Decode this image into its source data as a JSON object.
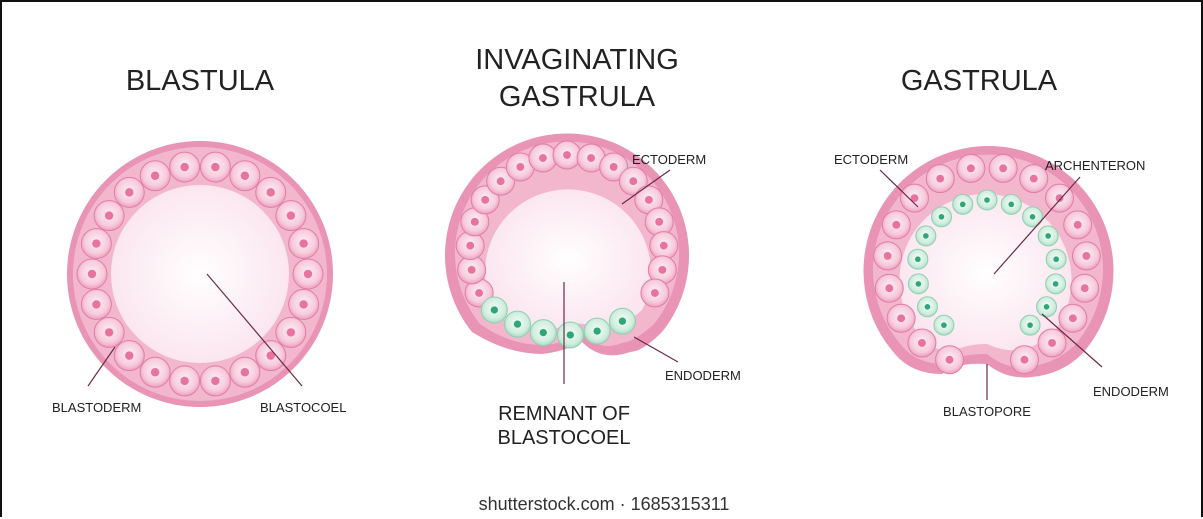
{
  "panels": {
    "blastula": {
      "title": "BLASTULA",
      "labels": {
        "blastoderm": "BLASTODERM",
        "blastocoel": "BLASTOCOEL"
      }
    },
    "invaginating": {
      "title_line1": "INVAGINATING",
      "title_line2": "GASTRULA",
      "labels": {
        "ectoderm": "ECTODERM",
        "endoderm": "ENDODERM",
        "remnant_line1": "REMNANT OF",
        "remnant_line2": "BLASTOCOEL"
      }
    },
    "gastrula": {
      "title": "GASTRULA",
      "labels": {
        "ectoderm": "ECTODERM",
        "archenteron": "ARCHENTERON",
        "endoderm": "ENDODERM",
        "blastopore": "BLASTOPORE"
      }
    }
  },
  "watermark": "shutterstock.com · 1685315311",
  "colors": {
    "outer_pink": "#e58fb2",
    "cell_pink": "#f6c4d6",
    "nucleus_pink": "#e8739e",
    "cavity": "#fdf2f6",
    "endo_green": "#cdeadc",
    "nucleus_green": "#2fa57a"
  }
}
